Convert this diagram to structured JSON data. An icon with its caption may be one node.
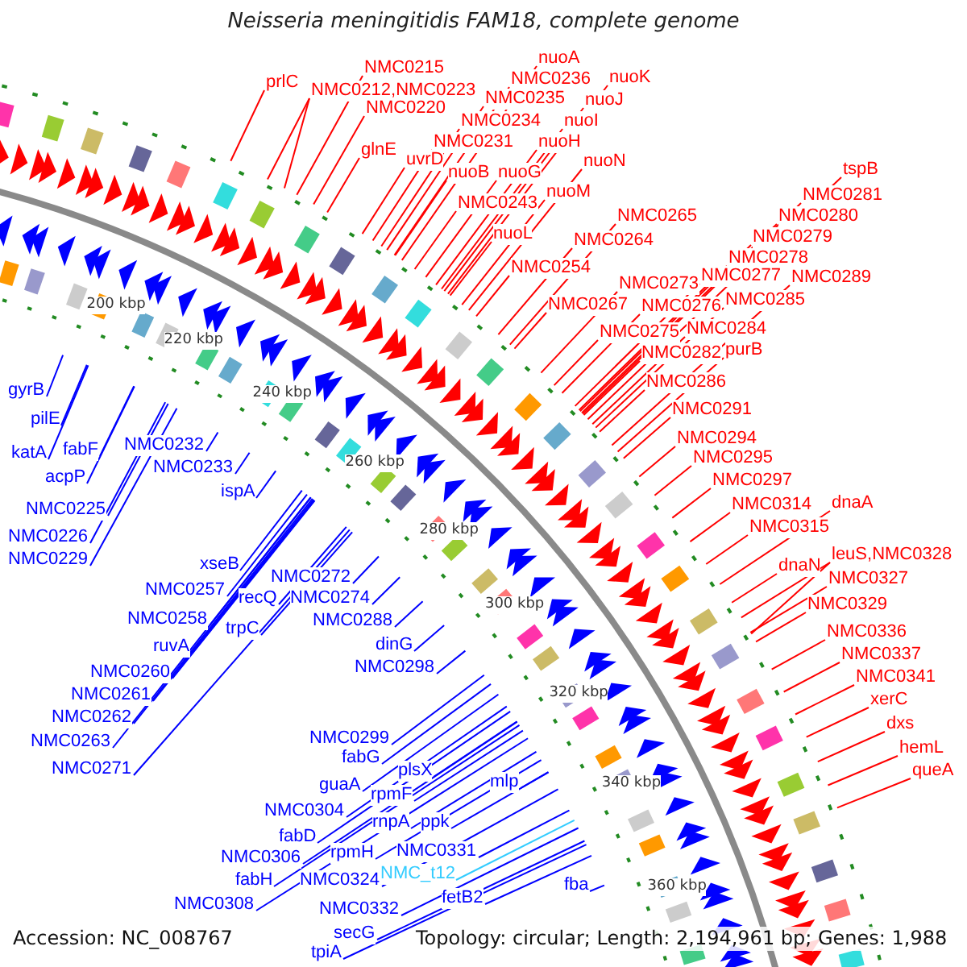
{
  "diagram": {
    "title": "Neisseria meningitidis FAM18, complete genome",
    "nodes": [
      {
        "text": [
          "prlC"
        ]
      },
      {
        "text": [
          "NMC0215"
        ]
      },
      {
        "text": [
          "NMC0212,NMC0223"
        ]
      },
      {
        "text": [
          "NMC0220"
        ]
      },
      {
        "text": [
          "glnE"
        ]
      },
      {
        "text": [
          "nuoA"
        ]
      },
      {
        "text": [
          "NMC0236"
        ]
      },
      {
        "text": [
          "nuoK"
        ]
      },
      {
        "text": [
          "NMC0235"
        ]
      },
      {
        "text": [
          "nuoJ"
        ]
      },
      {
        "text": [
          "NMC0234"
        ]
      },
      {
        "text": [
          "nuoI"
        ]
      },
      {
        "text": [
          "NMC0231"
        ]
      },
      {
        "text": [
          "nuoH"
        ]
      },
      {
        "text": [
          "uvrD"
        ]
      },
      {
        "text": [
          "nuoB"
        ]
      },
      {
        "text": [
          "nuoG"
        ]
      },
      {
        "text": [
          "nuoN"
        ]
      },
      {
        "text": [
          "NMC0243"
        ]
      },
      {
        "text": [
          "nuoM"
        ]
      },
      {
        "text": [
          "NMC0265"
        ]
      },
      {
        "text": [
          "nuoL"
        ]
      },
      {
        "text": [
          "NMC0264"
        ]
      },
      {
        "text": [
          "NMC0254"
        ]
      },
      {
        "text": [
          "tspB"
        ]
      },
      {
        "text": [
          "NMC0281"
        ]
      },
      {
        "text": [
          "NMC0280"
        ]
      },
      {
        "text": [
          "NMC0279"
        ]
      },
      {
        "text": [
          "NMC0278"
        ]
      },
      {
        "text": [
          "NMC0273"
        ]
      },
      {
        "text": [
          "NMC0277"
        ]
      },
      {
        "text": [
          "NMC0289"
        ]
      },
      {
        "text": [
          "NMC0267"
        ]
      },
      {
        "text": [
          "NMC0276"
        ]
      },
      {
        "text": [
          "NMC0285"
        ]
      },
      {
        "text": [
          "NMC0275"
        ]
      },
      {
        "text": [
          "NMC0284"
        ]
      },
      {
        "text": [
          "NMC0282"
        ]
      },
      {
        "text": [
          "purB"
        ]
      },
      {
        "text": [
          "NMC0286"
        ]
      },
      {
        "text": [
          "NMC0291"
        ]
      },
      {
        "text": [
          "NMC0294"
        ]
      },
      {
        "text": [
          "NMC0295"
        ]
      },
      {
        "text": [
          "NMC0297"
        ]
      },
      {
        "text": [
          "NMC0314"
        ]
      },
      {
        "text": [
          "dnaA"
        ]
      },
      {
        "text": [
          "NMC0315"
        ]
      },
      {
        "text": [
          "leuS,NMC0328"
        ]
      },
      {
        "text": [
          "dnaN"
        ]
      },
      {
        "text": [
          "NMC0327"
        ]
      },
      {
        "text": [
          "NMC0329"
        ]
      },
      {
        "text": [
          "NMC0336"
        ]
      },
      {
        "text": [
          "NMC0337"
        ]
      },
      {
        "text": [
          "NMC0341"
        ]
      },
      {
        "text": [
          "xerC"
        ]
      },
      {
        "text": [
          "dxs"
        ]
      },
      {
        "text": [
          "hemL"
        ]
      },
      {
        "text": [
          "queA"
        ]
      },
      {
        "text": [
          "gyrB"
        ]
      },
      {
        "text": [
          "pilE"
        ]
      },
      {
        "text": [
          "NMC0232"
        ]
      },
      {
        "text": [
          "katA"
        ]
      },
      {
        "text": [
          "fabF"
        ]
      },
      {
        "text": [
          "NMC0233"
        ]
      },
      {
        "text": [
          "acpP"
        ]
      },
      {
        "text": [
          "ispA"
        ]
      },
      {
        "text": [
          "NMC0225"
        ]
      },
      {
        "text": [
          "NMC0226"
        ]
      },
      {
        "text": [
          "NMC0229"
        ]
      },
      {
        "text": [
          "xseB"
        ]
      },
      {
        "text": [
          "NMC0272"
        ]
      },
      {
        "text": [
          "NMC0257"
        ]
      },
      {
        "text": [
          "recQ"
        ]
      },
      {
        "text": [
          "NMC0274"
        ]
      },
      {
        "text": [
          "NMC0258"
        ]
      },
      {
        "text": [
          "NMC0288"
        ]
      },
      {
        "text": [
          "trpC"
        ]
      },
      {
        "text": [
          "dinG"
        ]
      },
      {
        "text": [
          "ruvA"
        ]
      },
      {
        "text": [
          "NMC0298"
        ]
      },
      {
        "text": [
          "NMC0260"
        ]
      },
      {
        "text": [
          "NMC0261"
        ]
      },
      {
        "text": [
          "NMC0262"
        ]
      },
      {
        "text": [
          "NMC0299"
        ]
      },
      {
        "text": [
          "NMC0263"
        ]
      },
      {
        "text": [
          "fabG"
        ]
      },
      {
        "text": [
          "NMC0271"
        ]
      },
      {
        "text": [
          "plsX"
        ]
      },
      {
        "text": [
          "mlp"
        ]
      },
      {
        "text": [
          "guaA"
        ]
      },
      {
        "text": [
          "rpmF"
        ]
      },
      {
        "text": [
          "NMC0304"
        ]
      },
      {
        "text": [
          "rnpA"
        ]
      },
      {
        "text": [
          "ppk"
        ]
      },
      {
        "text": [
          "fabD"
        ]
      },
      {
        "text": [
          "NMC0331"
        ]
      },
      {
        "text": [
          "rpmH"
        ]
      },
      {
        "text": [
          "NMC0306"
        ]
      },
      {
        "text": [
          "NMC_t12"
        ]
      },
      {
        "text": [
          "NMC0324"
        ]
      },
      {
        "text": [
          "fabH"
        ]
      },
      {
        "text": [
          "fba"
        ]
      },
      {
        "text": [
          "fetB2"
        ]
      },
      {
        "text": [
          "NMC0308"
        ]
      },
      {
        "text": [
          "NMC0332"
        ]
      },
      {
        "text": [
          "secG"
        ]
      },
      {
        "text": [
          "tpiA"
        ]
      }
    ],
    "edges": [
      {
        "from": 0,
        "to": null,
        "arrow": "none"
      },
      {
        "from": 1,
        "to": null,
        "arrow": "none"
      },
      {
        "from": 2,
        "to": null,
        "arrow": "none"
      },
      {
        "from": 2,
        "to": null,
        "arrow": "none"
      },
      {
        "from": 3,
        "to": null,
        "arrow": "none"
      },
      {
        "from": 4,
        "to": null,
        "arrow": "none"
      },
      {
        "from": 5,
        "to": null,
        "arrow": "none"
      },
      {
        "from": 6,
        "to": null,
        "arrow": "none"
      },
      {
        "from": 7,
        "to": null,
        "arrow": "none"
      },
      {
        "from": 8,
        "to": null,
        "arrow": "none"
      },
      {
        "from": 9,
        "to": null,
        "arrow": "none"
      },
      {
        "from": 10,
        "to": null,
        "arrow": "none"
      },
      {
        "from": 11,
        "to": null,
        "arrow": "none"
      },
      {
        "from": 12,
        "to": null,
        "arrow": "none"
      },
      {
        "from": 13,
        "to": null,
        "arrow": "none"
      },
      {
        "from": 14,
        "to": null,
        "arrow": "none"
      },
      {
        "from": 15,
        "to": null,
        "arrow": "none"
      },
      {
        "from": 16,
        "to": null,
        "arrow": "none"
      },
      {
        "from": 17,
        "to": null,
        "arrow": "none"
      },
      {
        "from": 18,
        "to": null,
        "arrow": "none"
      },
      {
        "from": 19,
        "to": null,
        "arrow": "none"
      },
      {
        "from": 20,
        "to": null,
        "arrow": "none"
      },
      {
        "from": 21,
        "to": null,
        "arrow": "none"
      },
      {
        "from": 22,
        "to": null,
        "arrow": "none"
      },
      {
        "from": 23,
        "to": null,
        "arrow": "none"
      },
      {
        "from": 24,
        "to": null,
        "arrow": "none"
      },
      {
        "from": 25,
        "to": null,
        "arrow": "none"
      },
      {
        "from": 26,
        "to": null,
        "arrow": "none"
      },
      {
        "from": 27,
        "to": null,
        "arrow": "none"
      },
      {
        "from": 28,
        "to": null,
        "arrow": "none"
      },
      {
        "from": 29,
        "to": null,
        "arrow": "none"
      },
      {
        "from": 30,
        "to": null,
        "arrow": "none"
      },
      {
        "from": 31,
        "to": null,
        "arrow": "none"
      },
      {
        "from": 32,
        "to": null,
        "arrow": "none"
      },
      {
        "from": 33,
        "to": null,
        "arrow": "none"
      },
      {
        "from": 34,
        "to": null,
        "arrow": "none"
      },
      {
        "from": 35,
        "to": null,
        "arrow": "none"
      },
      {
        "from": 36,
        "to": null,
        "arrow": "none"
      },
      {
        "from": 37,
        "to": null,
        "arrow": "none"
      },
      {
        "from": 38,
        "to": null,
        "arrow": "none"
      },
      {
        "from": 39,
        "to": null,
        "arrow": "none"
      },
      {
        "from": 40,
        "to": null,
        "arrow": "none"
      },
      {
        "from": 41,
        "to": null,
        "arrow": "none"
      },
      {
        "from": 42,
        "to": null,
        "arrow": "none"
      },
      {
        "from": 43,
        "to": null,
        "arrow": "none"
      },
      {
        "from": 44,
        "to": null,
        "arrow": "none"
      },
      {
        "from": 45,
        "to": null,
        "arrow": "none"
      },
      {
        "from": 46,
        "to": null,
        "arrow": "none"
      },
      {
        "from": 47,
        "to": null,
        "arrow": "none"
      },
      {
        "from": 47,
        "to": null,
        "arrow": "none"
      },
      {
        "from": 48,
        "to": null,
        "arrow": "none"
      },
      {
        "from": 49,
        "to": null,
        "arrow": "none"
      },
      {
        "from": 50,
        "to": null,
        "arrow": "none"
      },
      {
        "from": 51,
        "to": null,
        "arrow": "none"
      },
      {
        "from": 52,
        "to": null,
        "arrow": "none"
      },
      {
        "from": 53,
        "to": null,
        "arrow": "none"
      },
      {
        "from": 54,
        "to": null,
        "arrow": "none"
      },
      {
        "from": 55,
        "to": null,
        "arrow": "none"
      },
      {
        "from": 56,
        "to": null,
        "arrow": "none"
      },
      {
        "from": 57,
        "to": null,
        "arrow": "none"
      },
      {
        "from": 58,
        "to": null,
        "arrow": "none",
        "color": "#0000ff"
      },
      {
        "from": 59,
        "to": null,
        "arrow": "none",
        "color": "#0000ff"
      },
      {
        "from": 60,
        "to": null,
        "arrow": "none",
        "color": "#0000ff"
      },
      {
        "from": 61,
        "to": null,
        "arrow": "none",
        "color": "#0000ff"
      },
      {
        "from": 62,
        "to": null,
        "arrow": "none",
        "color": "#0000ff"
      },
      {
        "from": 63,
        "to": null,
        "arrow": "none",
        "color": "#0000ff"
      },
      {
        "from": 64,
        "to": null,
        "arrow": "none",
        "color": "#0000ff"
      },
      {
        "from": 65,
        "to": null,
        "arrow": "none",
        "color": "#0000ff"
      },
      {
        "from": 66,
        "to": null,
        "arrow": "none",
        "color": "#0000ff"
      },
      {
        "from": 67,
        "to": null,
        "arrow": "none",
        "color": "#0000ff"
      },
      {
        "from": 68,
        "to": null,
        "arrow": "none",
        "color": "#0000ff"
      },
      {
        "from": 69,
        "to": null,
        "arrow": "none",
        "color": "#0000ff"
      },
      {
        "from": 70,
        "to": null,
        "arrow": "none",
        "color": "#0000ff"
      },
      {
        "from": 71,
        "to": null,
        "arrow": "none",
        "color": "#0000ff"
      },
      {
        "from": 72,
        "to": null,
        "arrow": "none",
        "color": "#0000ff"
      },
      {
        "from": 73,
        "to": null,
        "arrow": "none",
        "color": "#0000ff"
      },
      {
        "from": 74,
        "to": null,
        "arrow": "none",
        "color": "#0000ff"
      },
      {
        "from": 75,
        "to": null,
        "arrow": "none",
        "color": "#0000ff"
      },
      {
        "from": 76,
        "to": null,
        "arrow": "none",
        "color": "#0000ff"
      },
      {
        "from": 77,
        "to": null,
        "arrow": "none",
        "color": "#0000ff"
      },
      {
        "from": 78,
        "to": null,
        "arrow": "none",
        "color": "#0000ff"
      },
      {
        "from": 79,
        "to": null,
        "arrow": "none",
        "color": "#0000ff"
      },
      {
        "from": 80,
        "to": null,
        "arrow": "none",
        "color": "#0000ff"
      },
      {
        "from": 81,
        "to": null,
        "arrow": "none",
        "color": "#0000ff"
      },
      {
        "from": 82,
        "to": null,
        "arrow": "none",
        "color": "#0000ff"
      },
      {
        "from": 83,
        "to": null,
        "arrow": "none",
        "color": "#0000ff"
      },
      {
        "from": 84,
        "to": null,
        "arrow": "none",
        "color": "#0000ff"
      },
      {
        "from": 85,
        "to": null,
        "arrow": "none",
        "color": "#0000ff"
      },
      {
        "from": 86,
        "to": null,
        "arrow": "none",
        "color": "#0000ff"
      },
      {
        "from": 87,
        "to": null,
        "arrow": "none",
        "color": "#0000ff"
      },
      {
        "from": 88,
        "to": null,
        "arrow": "none",
        "color": "#0000ff"
      },
      {
        "from": 89,
        "to": null,
        "arrow": "none",
        "color": "#0000ff"
      },
      {
        "from": 90,
        "to": null,
        "arrow": "none",
        "color": "#0000ff"
      },
      {
        "from": 91,
        "to": null,
        "arrow": "none",
        "color": "#0000ff"
      },
      {
        "from": 92,
        "to": null,
        "arrow": "none",
        "color": "#0000ff"
      },
      {
        "from": 93,
        "to": null,
        "arrow": "none",
        "color": "#0000ff"
      },
      {
        "from": 94,
        "to": null,
        "arrow": "none",
        "color": "#0000ff"
      },
      {
        "from": 95,
        "to": null,
        "arrow": "none",
        "color": "#0000ff"
      },
      {
        "from": 96,
        "to": null,
        "arrow": "none",
        "color": "#0000ff"
      },
      {
        "from": 97,
        "to": null,
        "arrow": "none",
        "color": "#0000ff"
      },
      {
        "from": 98,
        "to": null,
        "arrow": "none",
        "color": "#33ccff"
      },
      {
        "from": 99,
        "to": null,
        "arrow": "none",
        "color": "#0000ff"
      },
      {
        "from": 100,
        "to": null,
        "arrow": "none",
        "color": "#0000ff"
      },
      {
        "from": 101,
        "to": null,
        "arrow": "none",
        "color": "#0000ff"
      },
      {
        "from": 102,
        "to": null,
        "arrow": "none",
        "color": "#0000ff"
      },
      {
        "from": 103,
        "to": null,
        "arrow": "none",
        "color": "#0000ff"
      },
      {
        "from": 104,
        "to": null,
        "arrow": "none",
        "color": "#0000ff"
      },
      {
        "from": 105,
        "to": null,
        "arrow": "none",
        "color": "#0000ff"
      },
      {
        "from": 106,
        "to": null,
        "arrow": "none",
        "color": "#0000ff"
      }
    ],
    "labels": [
      "200 kbp",
      "220 kbp",
      "240 kbp",
      "260 kbp",
      "280 kbp",
      "300 kbp",
      "320 kbp",
      "340 kbp",
      "360 kbp",
      "Accession: NC_008767",
      "Topology: circular; Length: 2,194,961 bp; Genes: 1,988"
    ]
  }
}
